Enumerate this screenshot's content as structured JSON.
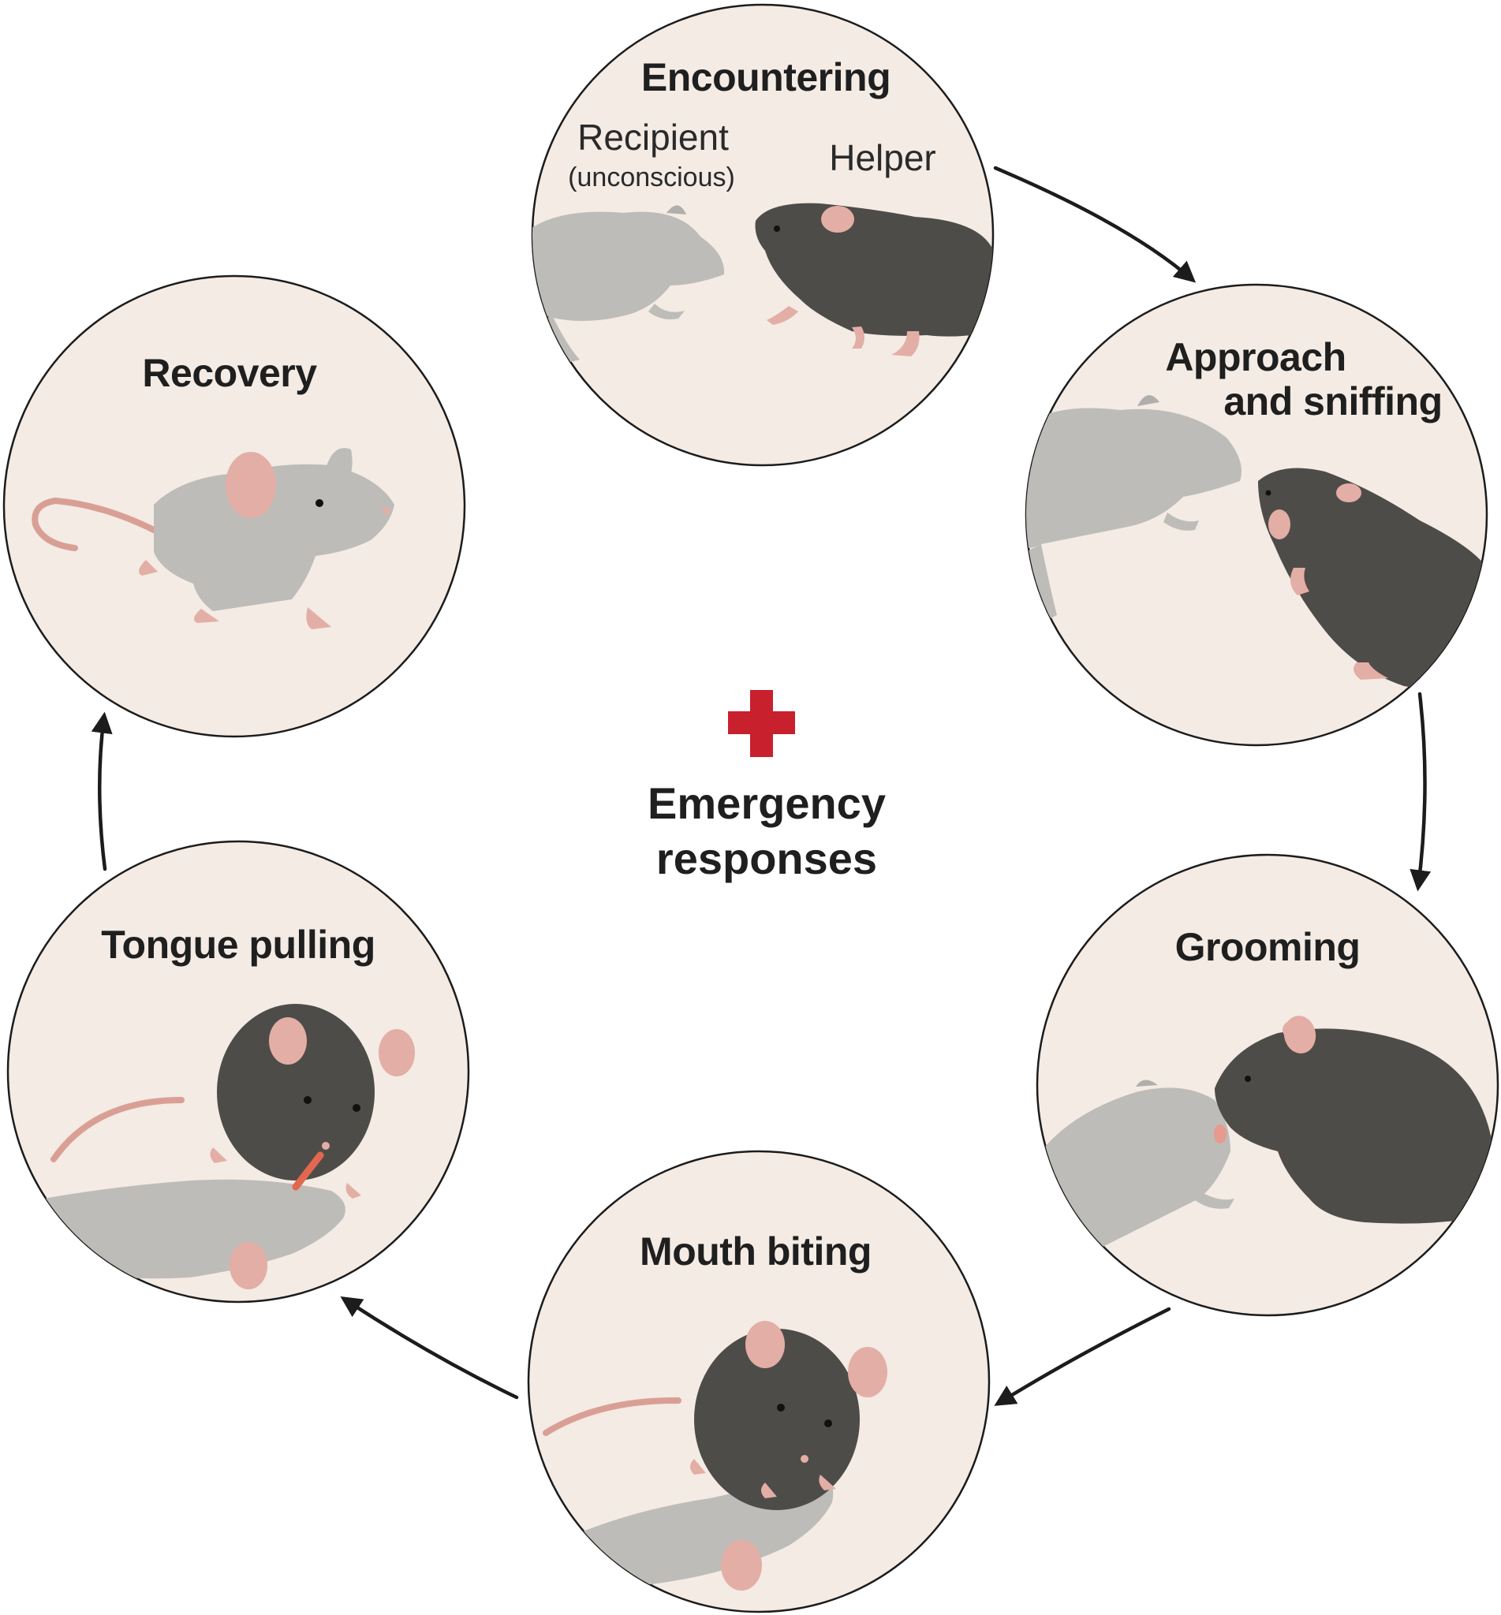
{
  "colors": {
    "circle_fill": "#f3ebe4",
    "helper_mouse": "#4e4c49",
    "recipient_mouse": "#bdbcb8",
    "ear_pink": "#e3aea5",
    "tail_pink": "#d99f95",
    "cross_red": "#c8202c"
  },
  "center": {
    "icon": "red-cross-icon",
    "line1": "Emergency",
    "line2": "responses"
  },
  "stages": {
    "encountering": {
      "title": "Encountering",
      "recipient_label": "Recipient",
      "recipient_sub": "(unconscious)",
      "helper_label": "Helper"
    },
    "approach": {
      "title_line1": "Approach",
      "title_line2": "and sniffing"
    },
    "grooming": {
      "title": "Grooming"
    },
    "mouth_biting": {
      "title": "Mouth biting"
    },
    "tongue_pulling": {
      "title": "Tongue pulling"
    },
    "recovery": {
      "title": "Recovery"
    }
  }
}
